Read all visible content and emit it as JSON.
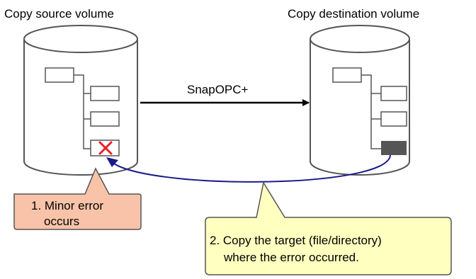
{
  "source": {
    "title": "Copy source volume",
    "error_mark_icon": "red-x-icon"
  },
  "destination": {
    "title": "Copy destination volume",
    "target_block_icon": "filled-gray-block-icon"
  },
  "arrow": {
    "label": "SnapOPC+"
  },
  "callout_error": {
    "line1": "1. Minor error",
    "line2": "occurs",
    "fill": "#f9c3a9"
  },
  "callout_copy": {
    "line1": "2. Copy the target (file/directory)",
    "line2": "where the error occurred.",
    "fill": "#ffffc0"
  },
  "colors": {
    "return_arrow": "#1a1a8c",
    "error_x": "#e8202a",
    "target_block": "#555555",
    "outline": "#555555"
  }
}
